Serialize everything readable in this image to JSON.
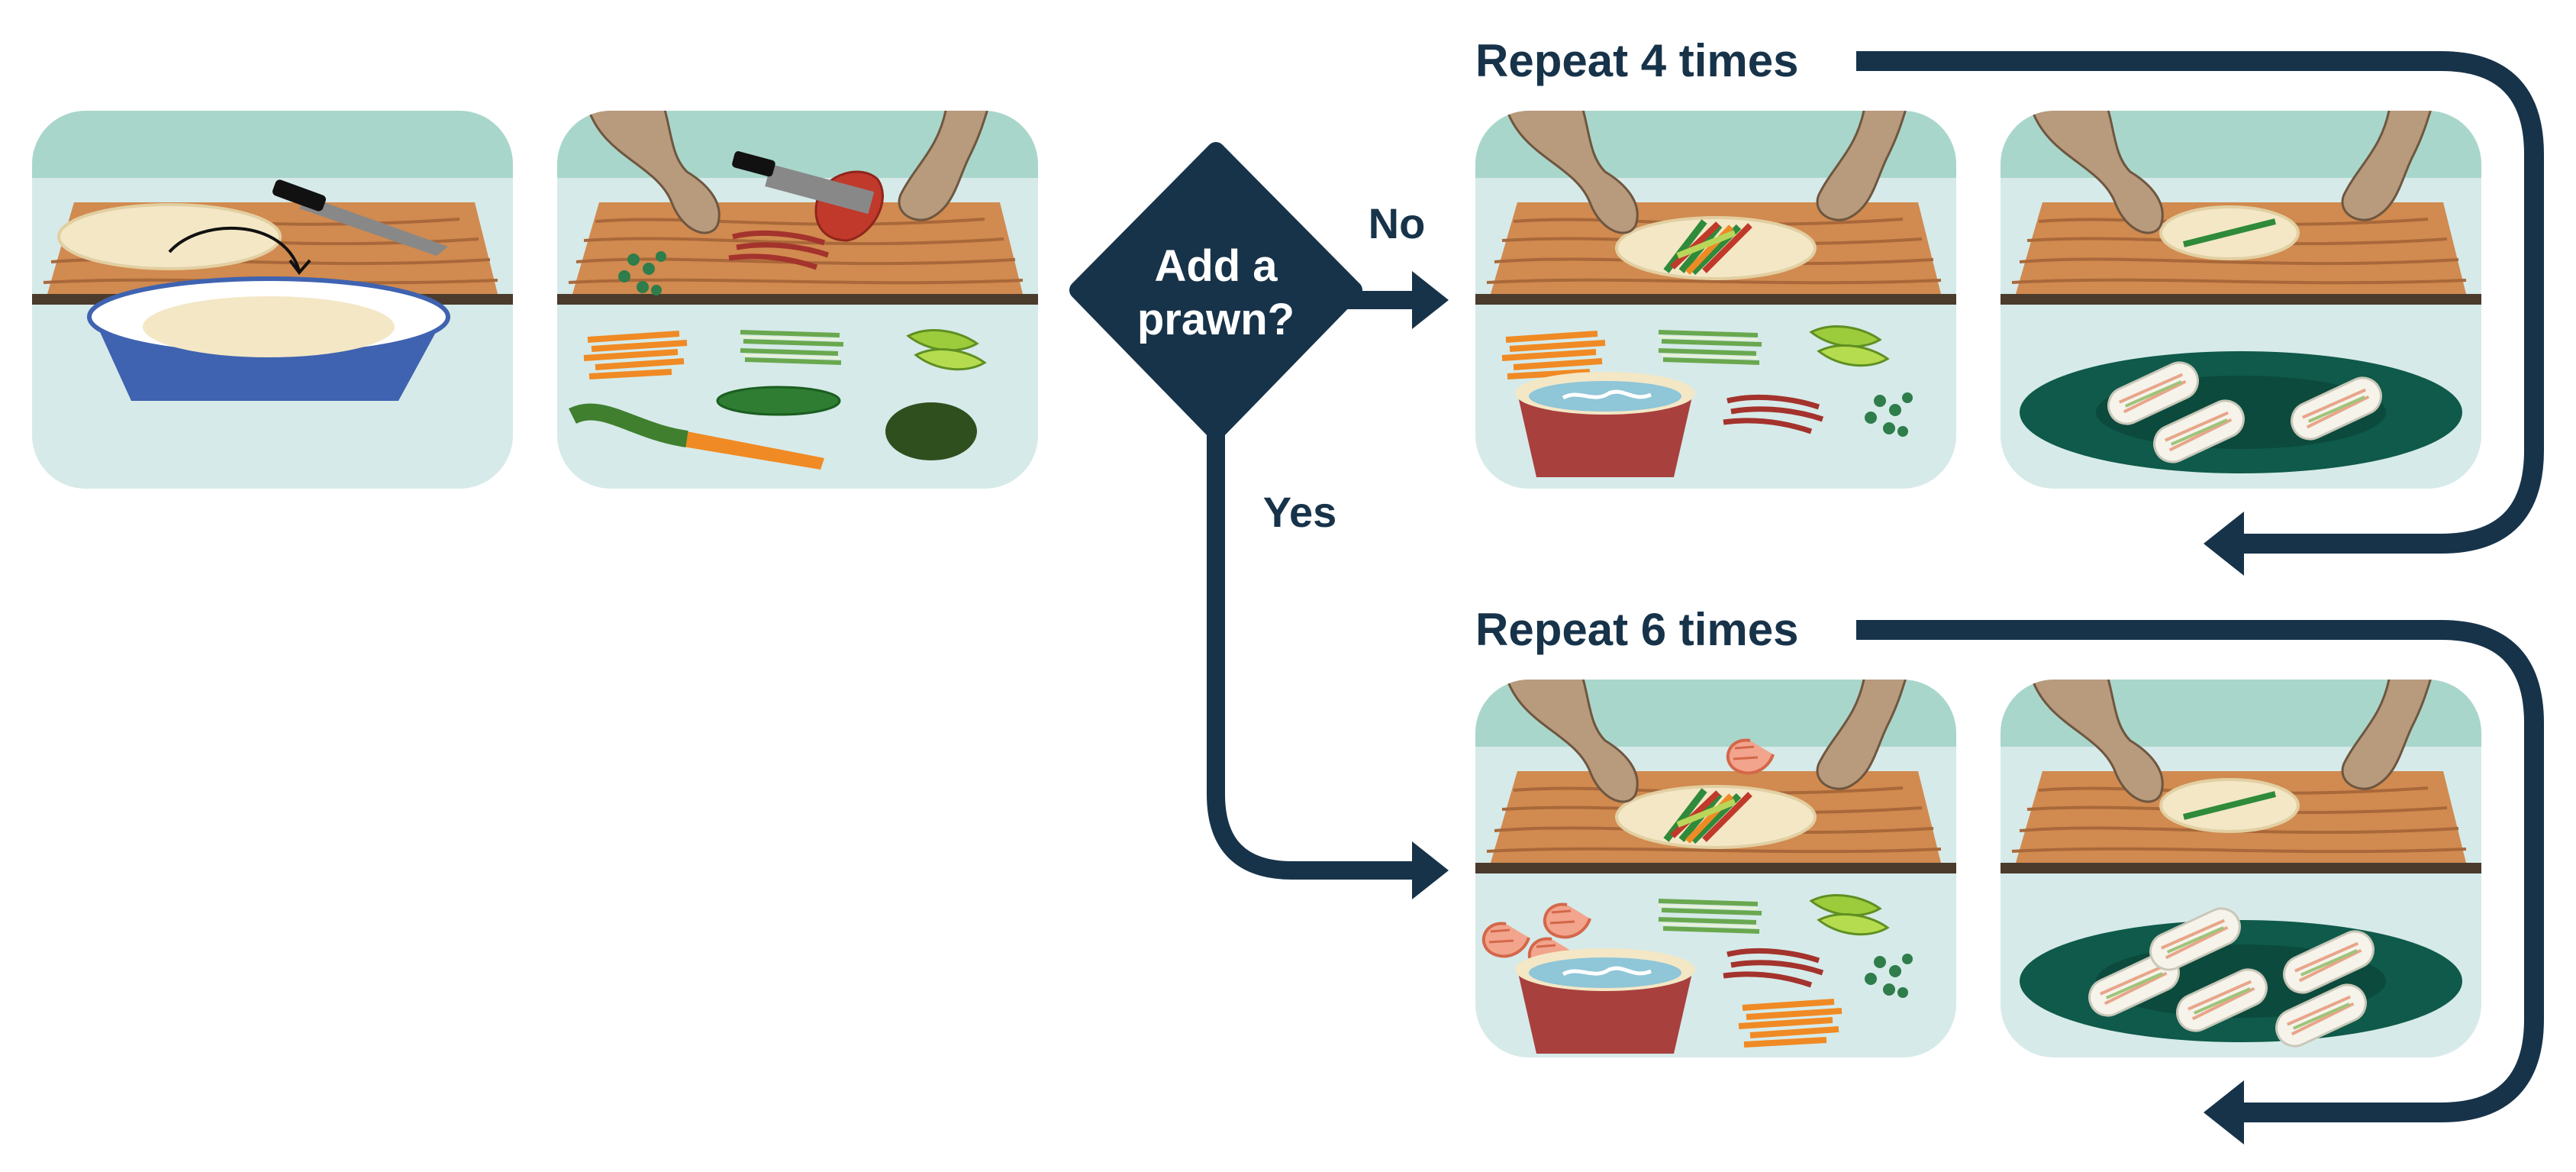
{
  "decision": {
    "question": "Add a\nprawn?",
    "no_label": "No",
    "yes_label": "Yes"
  },
  "loops": {
    "no_branch": {
      "label": "Repeat 4 times"
    },
    "yes_branch": {
      "label": "Repeat 6 times"
    }
  },
  "panels": [
    {
      "id": "soak-rice-paper",
      "scene": "rice paper dipped into a bowl of water on a cutting board"
    },
    {
      "id": "slice-vegetables",
      "scene": "hands slicing red pepper; carrot, cucumber, snap peas, avocado"
    },
    {
      "id": "fill-wrap-no-prawn",
      "scene": "filling rice paper with vegetables and noodles"
    },
    {
      "id": "roll-no-prawn",
      "scene": "rolling; three rolls on a green plate"
    },
    {
      "id": "fill-wrap-with-prawn",
      "scene": "filling rice paper with prawns, vegetables and noodles"
    },
    {
      "id": "roll-with-prawn",
      "scene": "rolling; five rolls on a green plate"
    }
  ],
  "colors": {
    "navy": "#17334a",
    "wall": "#a9d6cb",
    "table": "#d6eae9",
    "board": "#d18a4f",
    "board_edge": "#4a3b2d",
    "skin": "#b89a7c",
    "plate": "#0f5a4a",
    "bowl_blue": "#3f63b0",
    "bowl_red": "#a8403e"
  }
}
